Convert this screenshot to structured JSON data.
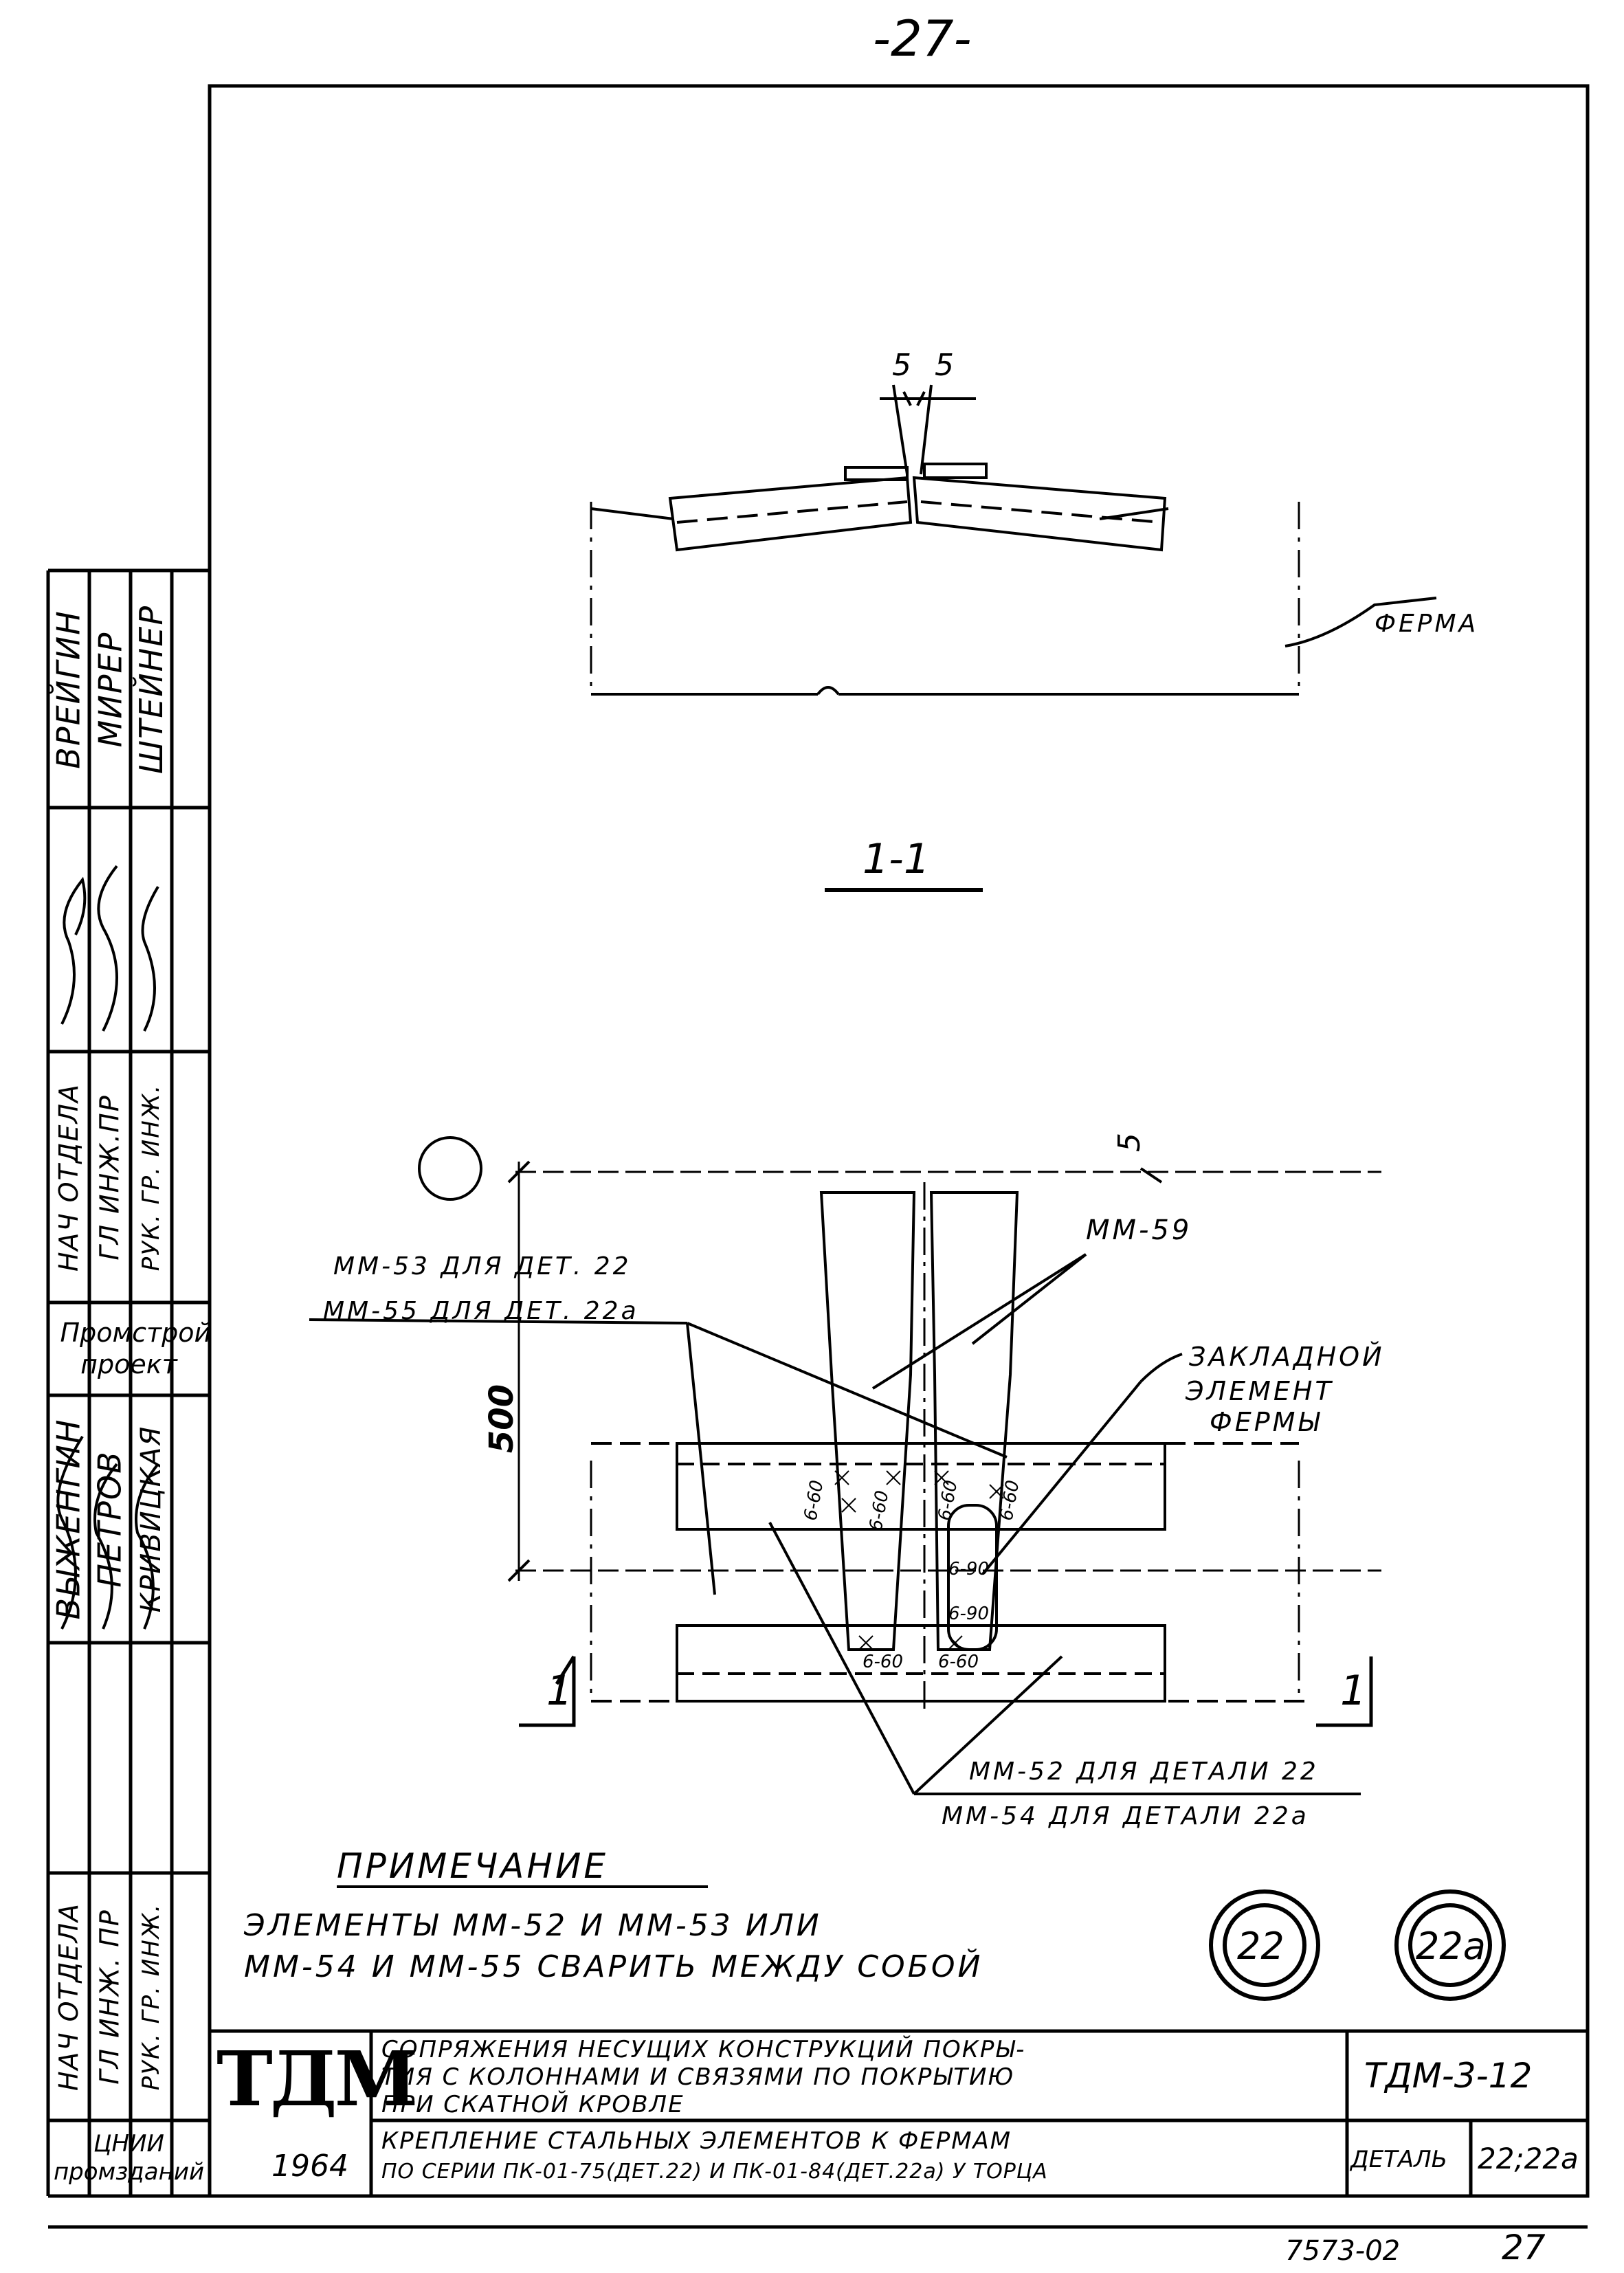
{
  "page_number": "-27-",
  "section_label": "1-1",
  "detail_1": {
    "dim_left": "5",
    "dim_right": "5",
    "truss_label": "ФЕРМА"
  },
  "detail_2": {
    "dim_top": "5",
    "dim_height": "500",
    "label_mm59": "ММ-59",
    "label_mm53": "ММ-53 ДЛЯ ДЕТ. 22",
    "label_mm55": "ММ-55 ДЛЯ ДЕТ. 22а",
    "embedded_line1": "ЗАКЛАДНОЙ",
    "embedded_line2": "ЭЛЕМЕНТ",
    "embedded_line3": "ФЕРМЫ",
    "label_mm52": "ММ-52 ДЛЯ ДЕТАЛИ 22",
    "label_mm54": "ММ-54 ДЛЯ ДЕТАЛИ 22а",
    "section_mark_left": "1",
    "section_mark_right": "1",
    "weld_labels": [
      "6-60",
      "6-60",
      "6-60",
      "6-60",
      "6-90",
      "6-90",
      "6-60",
      "6-60"
    ]
  },
  "note": {
    "heading": "ПРИМЕЧАНИЕ",
    "line1": "ЭЛЕМЕНТЫ ММ-52 И ММ-53 ИЛИ",
    "line2": "ММ-54 И ММ-55 СВАРИТЬ МЕЖДУ СОБОЙ"
  },
  "detail_marks": [
    "22",
    "22а"
  ],
  "side_stamp": {
    "roles": [
      "НАЧ ОТДЕЛА",
      "ГЛ ИНЖ.ПР",
      "РУК. ГР. ИНЖ."
    ],
    "names_top": [
      "ВРЕЙГИН",
      "МИРЕР",
      "ШТЕЙНЕР"
    ],
    "roles_mid": [
      "НАЧ ОТДЕЛА",
      "ГЛ ИНЖ. ПР",
      "РУК. ГР. ИНЖ."
    ],
    "names_bottom": [
      "ВЫЖЕНГИН",
      "ПЕТРОВ",
      "КРИВИЦКАЯ"
    ],
    "org": "Промстрой проект",
    "institute": "ЦНИИ промзданий"
  },
  "title_block": {
    "logo": "ТДМ",
    "year": "1964",
    "title_line1": "СОПРЯЖЕНИЯ НЕСУЩИХ КОНСТРУКЦИЙ ПОКРЫ-",
    "title_line2": "ТИЯ С КОЛОННАМИ И СВЯЗЯМИ ПО ПОКРЫТИЮ",
    "title_line3": "ПРИ СКАТНОЙ КРОВЛЕ",
    "sub_line1": "КРЕПЛЕНИЕ СТАЛЬНЫХ ЭЛЕМЕНТОВ К ФЕРМАМ",
    "sub_line2": "ПО СЕРИИ ПК-01-75(ДЕТ.22) И ПК-01-84(ДЕТ.22а) У ТОРЦА",
    "series_code": "ТДМ-3-12",
    "details_label": "ДЕТАЛЬ",
    "details_value": "22;22а"
  },
  "footer": {
    "inventory": "7573-02",
    "sheet": "27"
  }
}
